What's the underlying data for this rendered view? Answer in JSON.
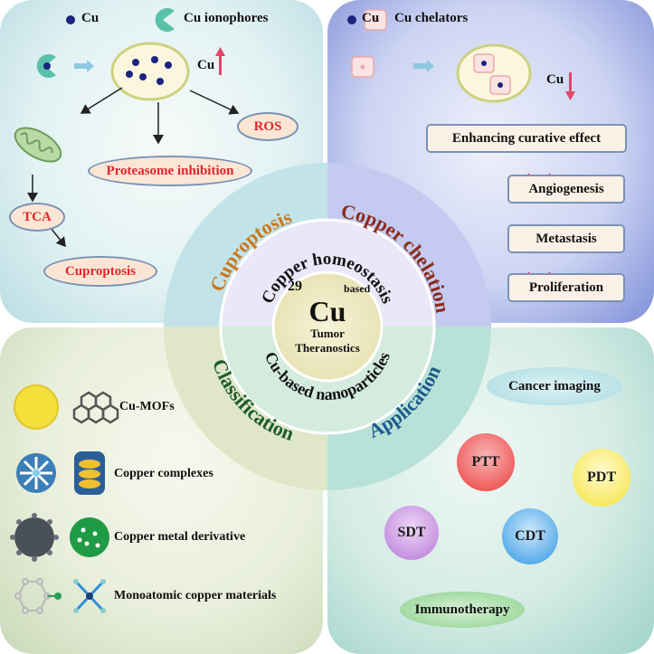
{
  "top_left": {
    "legend_cu": "Cu",
    "legend_ionophores": "Cu ionophores",
    "cu_up": "Cu",
    "ros": "ROS",
    "proteasome": "Proteasome inhibition",
    "tca": "TCA",
    "cuproptosis": "Cuproptosis"
  },
  "top_right": {
    "legend_cu": "Cu",
    "legend_chelators": "Cu chelators",
    "cu_down": "Cu",
    "enhancing": "Enhancing curative effect",
    "angiogenesis": "Angiogenesis",
    "metastasis": "Metastasis",
    "proliferation": "Proliferation"
  },
  "bottom_left": {
    "items": [
      {
        "label": "Cu-MOFs"
      },
      {
        "label": "Copper complexes"
      },
      {
        "label": "Copper metal derivative"
      },
      {
        "label": "Monoatomic copper materials"
      }
    ]
  },
  "bottom_right": {
    "cancer_imaging": "Cancer imaging",
    "ptt": "PTT",
    "pdt": "PDT",
    "sdt": "SDT",
    "cdt": "CDT",
    "immunotherapy": "Immunotherapy"
  },
  "center": {
    "cuproptosis": "Cuproptosis",
    "copper_chelation": "Copper chelation",
    "classification": "Classification",
    "application": "Application",
    "copper_homeostasis": "Copper homeostasis",
    "cu_nanoparticles": "Cu-based nanoparticles",
    "atomic_number": "29",
    "based": "based",
    "symbol": "Cu",
    "tumor": "Tumor",
    "theranostics": "Theranostics"
  },
  "colors": {
    "cuproptosis_text": "#c9781c",
    "chelation_text": "#8b2b1a",
    "classification_text": "#1d5c2c",
    "application_text": "#1e5b8c",
    "red_text": "#e0272b"
  }
}
